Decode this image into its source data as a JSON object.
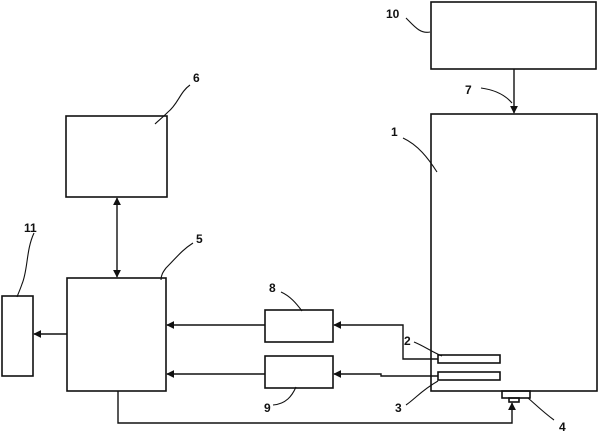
{
  "labels": {
    "l1": "1",
    "l2": "2",
    "l3": "3",
    "l4": "4",
    "l5": "5",
    "l6": "6",
    "l7": "7",
    "l8": "8",
    "l9": "9",
    "l10": "10",
    "l11": "11"
  },
  "colors": {
    "ink": "#111111",
    "background": "#ffffff"
  }
}
